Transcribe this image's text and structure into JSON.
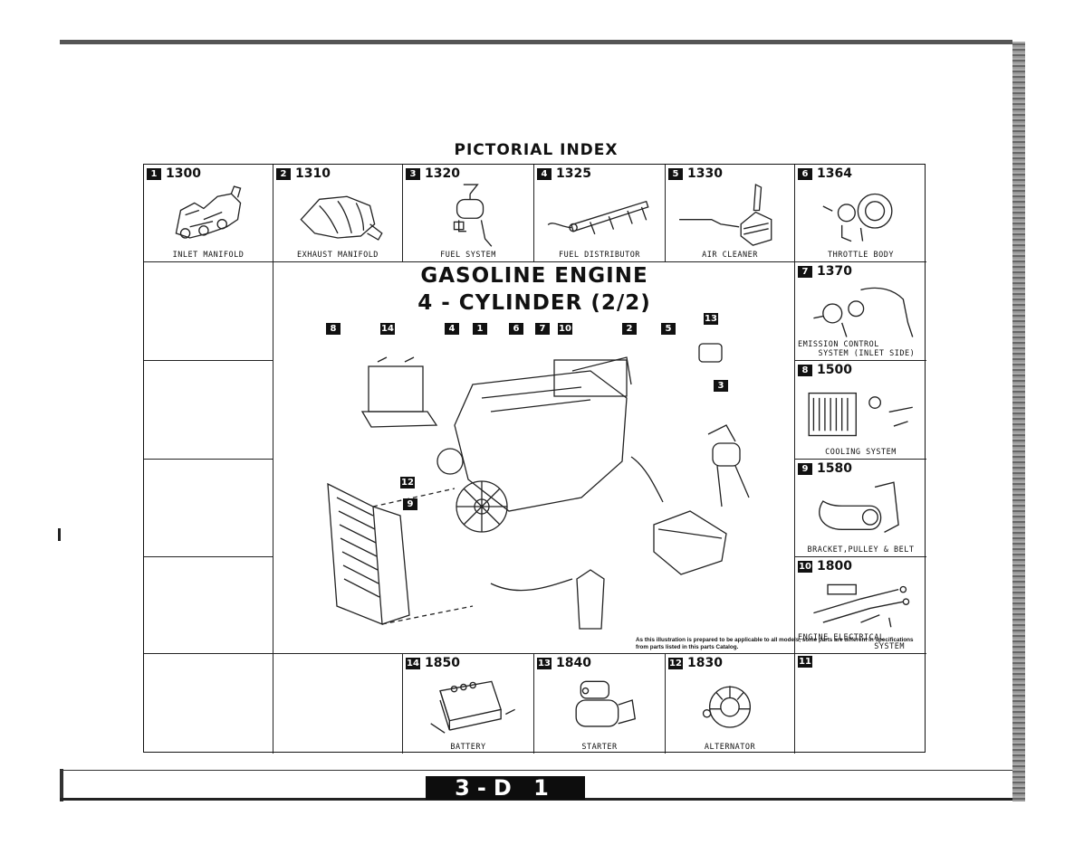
{
  "page": {
    "title": "PICTORIAL INDEX",
    "page_code": "3-D 1"
  },
  "main": {
    "title_line1": "GASOLINE ENGINE",
    "title_line2": "4 - CYLINDER (2/2)",
    "note": "As this illustration is prepared to be applicable to all models, some parts are different in specifications from parts listed in this parts Catalog.",
    "callouts": [
      "8",
      "14",
      "4",
      "1",
      "6",
      "7",
      "10",
      "2",
      "5",
      "13",
      "3",
      "12",
      "9"
    ]
  },
  "cells": [
    {
      "num": "1",
      "code": "1300",
      "label": "INLET MANIFOLD",
      "icon": "inlet-manifold-icon"
    },
    {
      "num": "2",
      "code": "1310",
      "label": "EXHAUST MANIFOLD",
      "icon": "exhaust-manifold-icon"
    },
    {
      "num": "3",
      "code": "1320",
      "label": "FUEL SYSTEM",
      "icon": "fuel-system-icon"
    },
    {
      "num": "4",
      "code": "1325",
      "label": "FUEL DISTRIBUTOR",
      "icon": "fuel-distributor-icon"
    },
    {
      "num": "5",
      "code": "1330",
      "label": "AIR CLEANER",
      "icon": "air-cleaner-icon"
    },
    {
      "num": "6",
      "code": "1364",
      "label": "THROTTLE BODY",
      "icon": "throttle-body-icon"
    },
    {
      "num": "7",
      "code": "1370",
      "label": "EMISSION CONTROL\n    SYSTEM (INLET SIDE)",
      "icon": "emission-control-icon"
    },
    {
      "num": "8",
      "code": "1500",
      "label": "COOLING SYSTEM",
      "icon": "cooling-system-icon"
    },
    {
      "num": "9",
      "code": "1580",
      "label": "BRACKET,PULLEY & BELT",
      "icon": "bracket-pulley-icon"
    },
    {
      "num": "10",
      "code": "1800",
      "label": "ENGINE ELECTRICAL\n               SYSTEM",
      "icon": "engine-electrical-icon"
    },
    {
      "num": "14",
      "code": "1850",
      "label": "BATTERY",
      "icon": "battery-icon"
    },
    {
      "num": "13",
      "code": "1840",
      "label": "STARTER",
      "icon": "starter-icon"
    },
    {
      "num": "12",
      "code": "1830",
      "label": "ALTERNATOR",
      "icon": "alternator-icon"
    },
    {
      "num": "11",
      "code": "",
      "label": "",
      "icon": ""
    }
  ]
}
